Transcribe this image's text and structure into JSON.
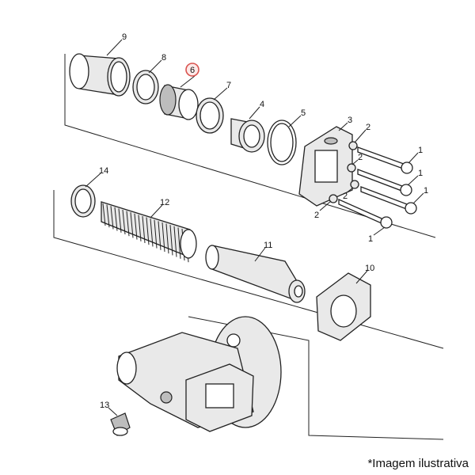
{
  "diagram": {
    "callouts": [
      "9",
      "8",
      "6",
      "7",
      "4",
      "5",
      "3",
      "2",
      "2",
      "2",
      "2",
      "1",
      "1",
      "1",
      "1",
      "14",
      "12",
      "11",
      "10",
      "13"
    ],
    "highlighted_callout": "6",
    "highlight_color": "#d9534f"
  },
  "caption": "*Imagem ilustrativa"
}
